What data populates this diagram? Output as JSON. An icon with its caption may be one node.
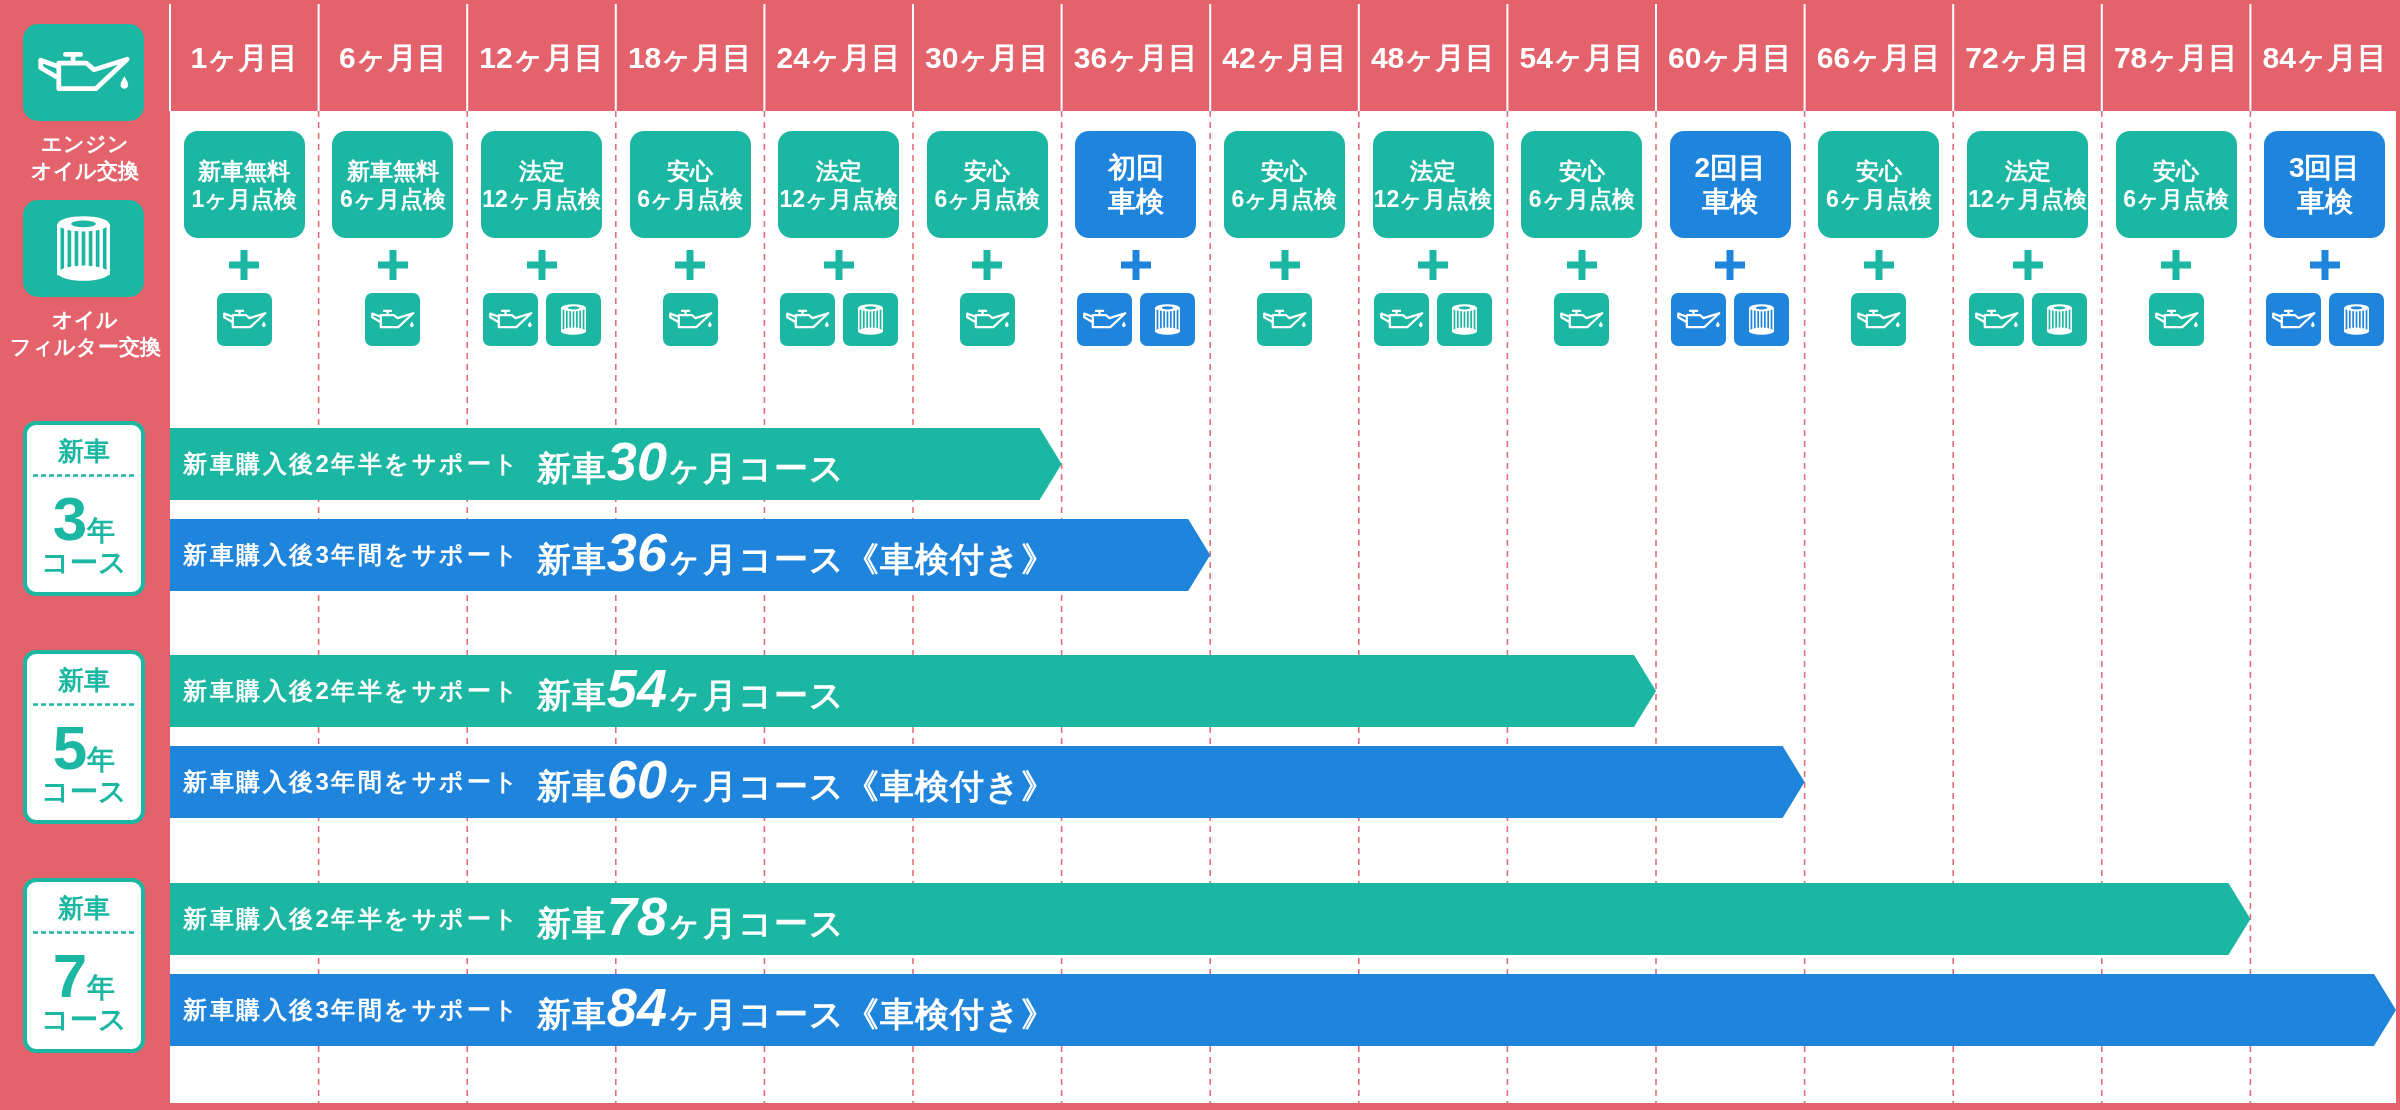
{
  "diagram": {
    "nodes": [
      {
        "text": [
          "新車無料1ヶ月点検"
        ]
      },
      {
        "text": [
          "新車無料6ヶ月点検"
        ]
      },
      {
        "text": [
          "法定12ヶ月点検"
        ]
      },
      {
        "text": [
          "安心6ヶ月点検"
        ]
      },
      {
        "text": [
          "法定12ヶ月点検"
        ]
      },
      {
        "text": [
          "安心6ヶ月点検"
        ]
      },
      {
        "text": [
          "初回車検"
        ]
      },
      {
        "text": [
          "安心6ヶ月点検"
        ]
      },
      {
        "text": [
          "法定12ヶ月点検"
        ]
      },
      {
        "text": [
          "安心6ヶ月点検"
        ]
      },
      {
        "text": [
          "2回目車検"
        ]
      },
      {
        "text": [
          "安心6ヶ月点検"
        ]
      },
      {
        "text": [
          "法定12ヶ月点検"
        ]
      },
      {
        "text": [
          "安心6ヶ月点検"
        ]
      },
      {
        "text": [
          "3回目車検"
        ]
      },
      {
        "text": [],
        "shape": "picture"
      },
      {
        "text": [],
        "shape": "picture"
      },
      {
        "text": [],
        "shape": "picture"
      },
      {
        "text": [],
        "shape": "picture"
      },
      {
        "text": [],
        "shape": "picture"
      },
      {
        "text": [],
        "shape": "picture"
      },
      {
        "text": [],
        "shape": "picture"
      },
      {
        "text": [],
        "shape": "picture"
      },
      {
        "text": [],
        "shape": "picture"
      },
      {
        "text": [],
        "shape": "picture"
      },
      {
        "text": [],
        "shape": "picture"
      },
      {
        "text": [],
        "shape": "picture"
      },
      {
        "text": [],
        "shape": "picture"
      },
      {
        "text": [],
        "shape": "picture"
      },
      {
        "text": [],
        "shape": "picture"
      },
      {
        "text": [],
        "shape": "picture"
      },
      {
        "text": [],
        "shape": "picture"
      },
      {
        "text": [],
        "shape": "picture"
      },
      {
        "text": [],
        "shape": "picture"
      },
      {
        "text": [],
        "shape": "picture"
      },
      {
        "text": [],
        "shape": "picture"
      },
      {
        "text": [],
        "shape": "picture"
      },
      {
        "text": [
          "新車",
          "3年コース"
        ]
      },
      {
        "text": [
          "新車購入後2年半をサポート",
          "新車30ヶ月コース"
        ]
      },
      {
        "text": [
          "新車購入後3年間をサポート",
          "新車36ヶ月コース《車検付き》"
        ]
      },
      {
        "text": [
          "新車",
          "5年コース"
        ]
      },
      {
        "text": [
          "新車購入後2年半をサポート",
          "新車54ヶ月コース"
        ]
      },
      {
        "text": [
          "新車購入後3年間をサポート",
          "新車60ヶ月コース《車検付き》"
        ]
      },
      {
        "text": [
          "新車",
          "7年コース"
        ]
      },
      {
        "text": [
          "新車購入後2年半をサポート",
          "新車78ヶ月コース"
        ]
      },
      {
        "text": [
          "新車購入後3年間をサポート",
          "新車84ヶ月コース《車検付き》"
        ]
      }
    ],
    "labels": [
      "1ヶ月目",
      "6ヶ月目",
      "12ヶ月目",
      "18ヶ月目",
      "24ヶ月目",
      "30ヶ月目",
      "36ヶ月目",
      "42ヶ月目",
      "48ヶ月目",
      "54ヶ月目",
      "60ヶ月目",
      "66ヶ月目",
      "72ヶ月目",
      "78ヶ月目",
      "84ヶ月目"
    ],
    "legend": [
      {
        "text": "エンジンオイル交換"
      },
      {
        "text": "オイルフィルター交換"
      }
    ]
  }
}
